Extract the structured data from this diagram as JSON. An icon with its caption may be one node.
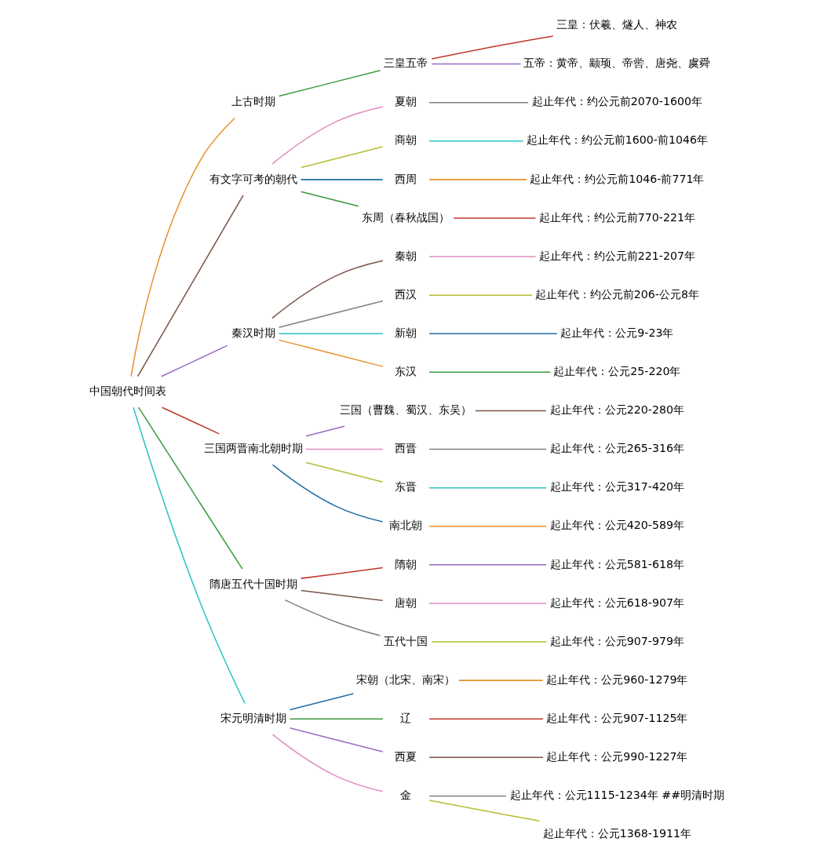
{
  "diagram": {
    "nodes": [
      {
        "text": [
          "中国朝代时间表"
        ]
      },
      {
        "text": [
          "上古时期"
        ]
      },
      {
        "text": [
          "三皇五帝"
        ]
      },
      {
        "text": [
          "三皇：伏羲、燧人、神农"
        ]
      },
      {
        "text": [
          "五帝：黄帝、颛顼、帝喾、唐尧、虞舜"
        ]
      },
      {
        "text": [
          "有文字可考的朝代"
        ]
      },
      {
        "text": [
          "夏朝"
        ]
      },
      {
        "text": [
          "起止年代：约公元前2070-1600年"
        ]
      },
      {
        "text": [
          "商朝"
        ]
      },
      {
        "text": [
          "起止年代：约公元前1600-前1046年"
        ]
      },
      {
        "text": [
          "西周"
        ]
      },
      {
        "text": [
          "起止年代：约公元前1046-前771年"
        ]
      },
      {
        "text": [
          "东周（春秋战国）"
        ]
      },
      {
        "text": [
          "起止年代：约公元前770-221年"
        ]
      },
      {
        "text": [
          "秦汉时期"
        ]
      },
      {
        "text": [
          "秦朝"
        ]
      },
      {
        "text": [
          "起止年代：约公元前221-207年"
        ]
      },
      {
        "text": [
          "西汉"
        ]
      },
      {
        "text": [
          "起止年代：约公元前206-公元8年"
        ]
      },
      {
        "text": [
          "新朝"
        ]
      },
      {
        "text": [
          "起止年代：公元9-23年"
        ]
      },
      {
        "text": [
          "东汉"
        ]
      },
      {
        "text": [
          "起止年代：公元25-220年"
        ]
      },
      {
        "text": [
          "三国两晋南北朝时期"
        ]
      },
      {
        "text": [
          "三国（曹魏、蜀汉、东吴）"
        ]
      },
      {
        "text": [
          "起止年代：公元220-280年"
        ]
      },
      {
        "text": [
          "西晋"
        ]
      },
      {
        "text": [
          "起止年代：公元265-316年"
        ]
      },
      {
        "text": [
          "东晋"
        ]
      },
      {
        "text": [
          "起止年代：公元317-420年"
        ]
      },
      {
        "text": [
          "南北朝"
        ]
      },
      {
        "text": [
          "起止年代：公元420-589年"
        ]
      },
      {
        "text": [
          "隋唐五代十国时期"
        ]
      },
      {
        "text": [
          "隋朝"
        ]
      },
      {
        "text": [
          "起止年代：公元581-618年"
        ]
      },
      {
        "text": [
          "唐朝"
        ]
      },
      {
        "text": [
          "起止年代：公元618-907年"
        ]
      },
      {
        "text": [
          "五代十国"
        ]
      },
      {
        "text": [
          "起止年代：公元907-979年"
        ]
      },
      {
        "text": [
          "宋元明清时期"
        ]
      },
      {
        "text": [
          "宋朝（北宋、南宋）"
        ]
      },
      {
        "text": [
          "起止年代：公元960-1279年"
        ]
      },
      {
        "text": [
          "辽"
        ]
      },
      {
        "text": [
          "起止年代：公元907-1125年"
        ]
      },
      {
        "text": [
          "西夏"
        ]
      },
      {
        "text": [
          "起止年代：公元990-1227年"
        ]
      },
      {
        "text": [
          "金"
        ]
      },
      {
        "text": [
          "起止年代：公元1115-1234年 ##明清时期"
        ]
      },
      {
        "text": [
          "起止年代：公元1368-1911年"
        ]
      }
    ],
    "edges": [
      {
        "from": 0,
        "to": 1,
        "arrow": "none",
        "color": "#e8912d"
      },
      {
        "from": 1,
        "to": 2,
        "arrow": "none",
        "color": "#3a9a3a"
      },
      {
        "from": 2,
        "to": 3,
        "arrow": "none",
        "color": "#c0392b"
      },
      {
        "from": 2,
        "to": 4,
        "arrow": "none",
        "color": "#9b6bc5"
      },
      {
        "from": 0,
        "to": 5,
        "arrow": "none",
        "color": "#7a5548"
      },
      {
        "from": 5,
        "to": 6,
        "arrow": "none",
        "color": "#e08bc0"
      },
      {
        "from": 6,
        "to": 7,
        "arrow": "none",
        "color": "#808080"
      },
      {
        "from": 5,
        "to": 8,
        "arrow": "none",
        "color": "#b5bd34"
      },
      {
        "from": 8,
        "to": 9,
        "arrow": "none",
        "color": "#2bc3c3"
      },
      {
        "from": 5,
        "to": 10,
        "arrow": "none",
        "color": "#1f6fa8"
      },
      {
        "from": 10,
        "to": 11,
        "arrow": "none",
        "color": "#e8912d"
      },
      {
        "from": 5,
        "to": 12,
        "arrow": "none",
        "color": "#3a9a3a"
      },
      {
        "from": 12,
        "to": 13,
        "arrow": "none",
        "color": "#c0392b"
      },
      {
        "from": 0,
        "to": 14,
        "arrow": "none",
        "color": "#9b6bc5"
      },
      {
        "from": 14,
        "to": 15,
        "arrow": "none",
        "color": "#7a5548"
      },
      {
        "from": 15,
        "to": 16,
        "arrow": "none",
        "color": "#e08bc0"
      },
      {
        "from": 14,
        "to": 17,
        "arrow": "none",
        "color": "#808080"
      },
      {
        "from": 17,
        "to": 18,
        "arrow": "none",
        "color": "#b5bd34"
      },
      {
        "from": 14,
        "to": 19,
        "arrow": "none",
        "color": "#2bc3c3"
      },
      {
        "from": 19,
        "to": 20,
        "arrow": "none",
        "color": "#1f6fa8"
      },
      {
        "from": 14,
        "to": 21,
        "arrow": "none",
        "color": "#e8912d"
      },
      {
        "from": 21,
        "to": 22,
        "arrow": "none",
        "color": "#3a9a3a"
      },
      {
        "from": 0,
        "to": 23,
        "arrow": "none",
        "color": "#c0392b"
      },
      {
        "from": 23,
        "to": 24,
        "arrow": "none",
        "color": "#9b6bc5"
      },
      {
        "from": 24,
        "to": 25,
        "arrow": "none",
        "color": "#7a5548"
      },
      {
        "from": 23,
        "to": 26,
        "arrow": "none",
        "color": "#e08bc0"
      },
      {
        "from": 26,
        "to": 27,
        "arrow": "none",
        "color": "#808080"
      },
      {
        "from": 23,
        "to": 28,
        "arrow": "none",
        "color": "#b5bd34"
      },
      {
        "from": 28,
        "to": 29,
        "arrow": "none",
        "color": "#2bc3c3"
      },
      {
        "from": 23,
        "to": 30,
        "arrow": "none",
        "color": "#1f6fa8"
      },
      {
        "from": 30,
        "to": 31,
        "arrow": "none",
        "color": "#e8912d"
      },
      {
        "from": 0,
        "to": 32,
        "arrow": "none",
        "color": "#3a9a3a"
      },
      {
        "from": 32,
        "to": 33,
        "arrow": "none",
        "color": "#c0392b"
      },
      {
        "from": 33,
        "to": 34,
        "arrow": "none",
        "color": "#9b6bc5"
      },
      {
        "from": 32,
        "to": 35,
        "arrow": "none",
        "color": "#7a5548"
      },
      {
        "from": 35,
        "to": 36,
        "arrow": "none",
        "color": "#e08bc0"
      },
      {
        "from": 32,
        "to": 37,
        "arrow": "none",
        "color": "#808080"
      },
      {
        "from": 37,
        "to": 38,
        "arrow": "none",
        "color": "#b5bd34"
      },
      {
        "from": 0,
        "to": 39,
        "arrow": "none",
        "color": "#2bc3c3"
      },
      {
        "from": 39,
        "to": 40,
        "arrow": "none",
        "color": "#1f6fa8"
      },
      {
        "from": 40,
        "to": 41,
        "arrow": "none",
        "color": "#e8912d"
      },
      {
        "from": 39,
        "to": 42,
        "arrow": "none",
        "color": "#3a9a3a"
      },
      {
        "from": 42,
        "to": 43,
        "arrow": "none",
        "color": "#c0392b"
      },
      {
        "from": 39,
        "to": 44,
        "arrow": "none",
        "color": "#9b6bc5"
      },
      {
        "from": 44,
        "to": 45,
        "arrow": "none",
        "color": "#7a5548"
      },
      {
        "from": 39,
        "to": 46,
        "arrow": "none",
        "color": "#e08bc0"
      },
      {
        "from": 46,
        "to": 47,
        "arrow": "none",
        "color": "#808080"
      },
      {
        "from": 46,
        "to": 48,
        "arrow": "none",
        "color": "#b5bd34"
      }
    ]
  }
}
